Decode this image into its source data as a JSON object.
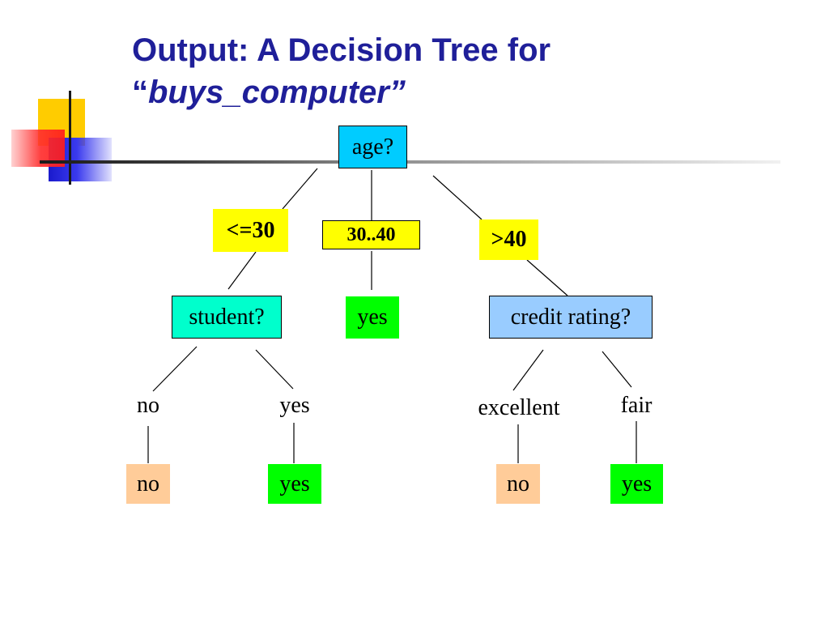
{
  "title": {
    "line1": "Output: A Decision Tree for",
    "line2_open_quote": "“",
    "line2_emphasis": "buys_computer”"
  },
  "colors": {
    "title": "#1f1f99",
    "decision_node": "#00ccff",
    "student_node": "#00ffcc",
    "credit_node": "#99ccff",
    "branch_label": "#ffff00",
    "leaf_yes": "#00ff00",
    "leaf_no": "#ffcc99"
  },
  "tree": {
    "root": "age?",
    "age_branches": [
      "<=30",
      "30..40",
      ">40"
    ],
    "student_node": "student?",
    "middle_leaf": "yes",
    "credit_node": "credit rating?",
    "student_branches": [
      "no",
      "yes"
    ],
    "credit_branches": [
      "excellent",
      "fair"
    ],
    "leaves": [
      "no",
      "yes",
      "no",
      "yes"
    ]
  }
}
